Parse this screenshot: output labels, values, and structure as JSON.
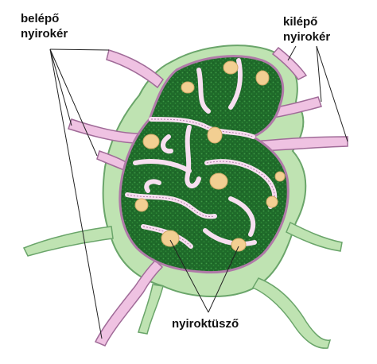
{
  "labels": {
    "afferent_line1": "belépő",
    "afferent_line2": "nyirokér",
    "efferent_line1": "kilépő",
    "efferent_line2": "nyirokér",
    "follicle": "nyiroktüsző"
  },
  "colors": {
    "capsule": "#bfe3b2",
    "capsule_edge": "#6aa56a",
    "cortex": "#1f6b2a",
    "cortex_dot": "#3f9a46",
    "sinus": "#f7dff0",
    "sinus_edge": "#b07aa8",
    "vessel": "#efc2e2",
    "vessel_edge": "#a06b98",
    "germinal_center": "#f2cf92",
    "leader_line": "#222222"
  }
}
